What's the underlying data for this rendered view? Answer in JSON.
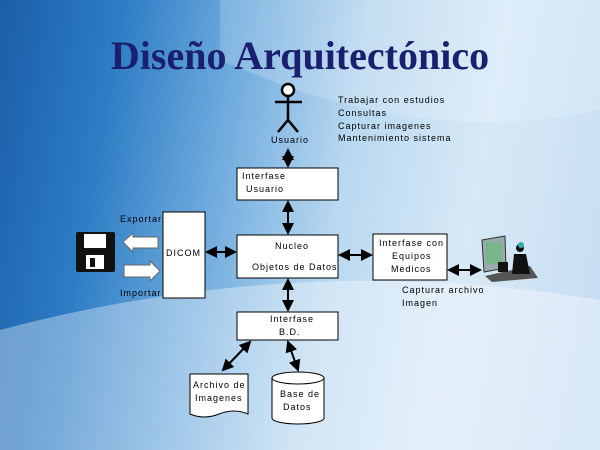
{
  "title": "Diseño Arquitectónico",
  "actor": {
    "label": "Usuario"
  },
  "use_cases": [
    "Trabajar con estudios",
    "Consultas",
    "Capturar imagenes",
    "Mantenimiento sistema"
  ],
  "boxes": {
    "interfase_usuario": [
      "Interfase",
      "Usuario"
    ],
    "nucleo": [
      "Nucleo",
      "Objetos de Datos"
    ],
    "dicom": "DICOM",
    "equipos": [
      "Interfase con",
      "Equipos",
      "Medicos"
    ],
    "bd": [
      "Interfase",
      "B.D."
    ],
    "archivo": [
      "Archivo de",
      "Imagenes"
    ],
    "base": [
      "Base de",
      "Datos"
    ]
  },
  "labels": {
    "exportar": "Exportar",
    "importar": "Importar",
    "capturar": [
      "Capturar archivo",
      "Imagen"
    ]
  }
}
